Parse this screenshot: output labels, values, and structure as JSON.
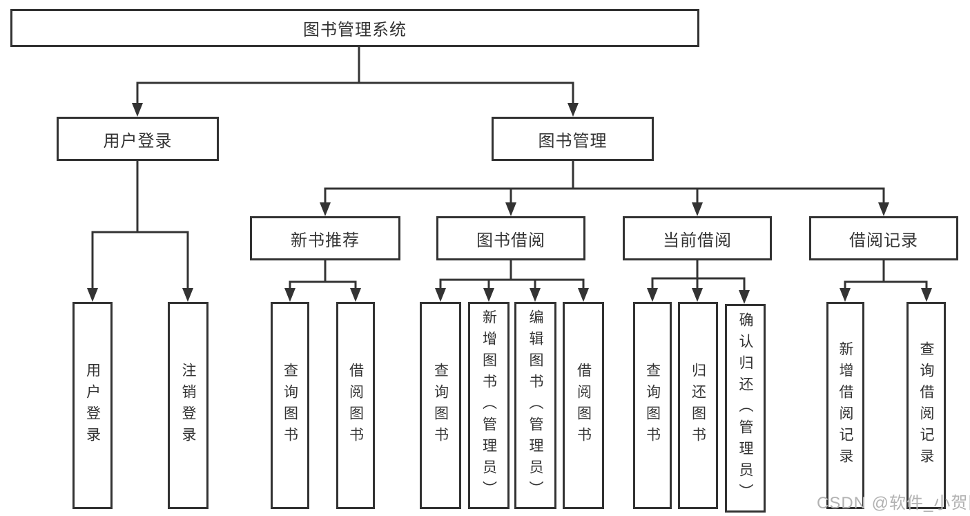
{
  "tree": {
    "root": {
      "label": "图书管理系统"
    },
    "branches": [
      {
        "label": "用户登录",
        "children": [
          {
            "label": "用户登录"
          },
          {
            "label": "注销登录"
          }
        ]
      },
      {
        "label": "图书管理",
        "children": [
          {
            "label": "新书推荐",
            "children": [
              {
                "label": "查询图书"
              },
              {
                "label": "借阅图书"
              }
            ]
          },
          {
            "label": "图书借阅",
            "children": [
              {
                "label": "查询图书"
              },
              {
                "label": "新增图书（管理员）"
              },
              {
                "label": "编辑图书（管理员）"
              },
              {
                "label": "借阅图书"
              }
            ]
          },
          {
            "label": "当前借阅",
            "children": [
              {
                "label": "查询图书"
              },
              {
                "label": "归还图书"
              },
              {
                "label": "确认归还（管理员）"
              }
            ]
          },
          {
            "label": "借阅记录",
            "children": [
              {
                "label": "新增借阅记录"
              },
              {
                "label": "查询借阅记录"
              }
            ]
          }
        ]
      }
    ]
  },
  "watermark": "CSDN @软件_小贺同学",
  "colors": {
    "line": "#333333",
    "border": "#323232",
    "text": "#333333",
    "box_bg": "#ffffff",
    "watermark": "#b2b2b2",
    "background": "#ffffff"
  }
}
